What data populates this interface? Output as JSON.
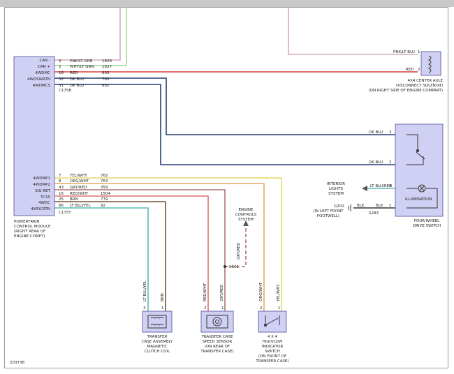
{
  "diagram_id": "203738",
  "pcm": {
    "pins": [
      "CAN -",
      "CAN +",
      "4WDMC",
      "4WDSWRTN",
      "4WDMCS",
      "4WDMP1",
      "4WDMP2",
      "SIG RET",
      "TCSS",
      "4WDC",
      "4WDCRTN"
    ],
    "connector_top": "C175B",
    "connector_bottom": "C175T",
    "caption": [
      "POWERTRAIN",
      "CONTROL MODULE",
      "(RIGHT REAR OF",
      "ENGINE COMPT)"
    ]
  },
  "wires_top": [
    {
      "pin": "3",
      "color_name": "PNK/LT GRN",
      "circuit": "1828"
    },
    {
      "pin": "2",
      "color_name": "WHT/LT GRN",
      "circuit": "1827"
    },
    {
      "pin": "16",
      "color_name": "RED",
      "circuit": "605"
    },
    {
      "pin": "32",
      "color_name": "DK BLU",
      "circuit": "780"
    },
    {
      "pin": "31",
      "color_name": "DK BLU",
      "circuit": "692"
    }
  ],
  "wires_bottom": [
    {
      "pin": "7",
      "color_name": "YEL/WHT",
      "circuit": "762"
    },
    {
      "pin": "8",
      "color_name": "ORG/WHT",
      "circuit": "763"
    },
    {
      "pin": "43",
      "color_name": "GRY/RED",
      "circuit": "359"
    },
    {
      "pin": "16",
      "color_name": "RED/WHT",
      "circuit": "1504"
    },
    {
      "pin": "25",
      "color_name": "BRN",
      "circuit": "779"
    },
    {
      "pin": "66",
      "color_name": "LT BLU/YEL",
      "circuit": "92"
    }
  ],
  "solenoid": {
    "wire1": "PNK/LT BLU",
    "pin1": "1",
    "wire2": "RED",
    "pin2": "2",
    "caption": [
      "4X4 CENTER AXLE",
      "DISCONNECT SOLENOID",
      "(ON RIGHT SIDE OF ENGINE COMPART)"
    ]
  },
  "switch": {
    "pin3_wire": "DK BLU",
    "pin3": "3",
    "pin2_wire": "DK BLU",
    "pin2": "2",
    "pin4_wire": "LT BLU/RED",
    "pin4": "4",
    "pin1_wire": "BLK",
    "pin1": "1",
    "illumination": "ILLUMINATION",
    "interior": [
      "INTERIOR",
      "LIGHTS",
      "SYSTEM"
    ],
    "ground_id": "G202",
    "ground_loc": [
      "(IN LEFT FRONT",
      "FOOTWELL)"
    ],
    "ground_wire": "BLK",
    "splice": "S283",
    "caption": [
      "FOUR-WHEEL",
      "DRIVE SWITCH"
    ]
  },
  "ecs": {
    "label": [
      "ENGINE",
      "CONTROLS",
      "SYSTEM"
    ],
    "wire": "GRY/RED",
    "splice": "S161"
  },
  "clutch_coil": {
    "wire_a": "LT BLU/YEL",
    "pin_a": "3",
    "wire_b": "BRN",
    "pin_b": "1",
    "caption": [
      "TRANSFER",
      "CASE ASSEMBLY",
      "MAGNETIC",
      "CLUTCH COIL"
    ]
  },
  "speed_sensor": {
    "wire_a": "RED/WHT",
    "pin_a": "2",
    "wire_b": "GRY/RED",
    "pin_b": "1",
    "caption": [
      "TRANSFER CASE",
      "SPEED SENSOR",
      "(ON REAR OF",
      "TRANSFER CASE)"
    ]
  },
  "hilo_switch": {
    "wire_a": "ORG/WHT",
    "pin_a": "2",
    "wire_b": "YEL/WHT",
    "pin_b": "1",
    "caption": [
      "4 X 4",
      "HIGH/LOW",
      "INDICATOR",
      "SWITCH",
      "(ON FRONT OF",
      "TRANSFER CASE)"
    ]
  },
  "colors": {
    "pnk_ltgrn": "#d6a8c0",
    "wht_ltgrn": "#a8d8a0",
    "red": "#d63c3c",
    "dk_blu": "#2a3e74",
    "yel_wht": "#e8d860",
    "org_wht": "#e8a860",
    "gry_red": "#b07070",
    "red_wht": "#e07070",
    "brn": "#7a5230",
    "lt_blu_yel": "#5ab8b0",
    "component_fill": "#d0d0f4",
    "component_stroke": "#6a6aa8"
  }
}
